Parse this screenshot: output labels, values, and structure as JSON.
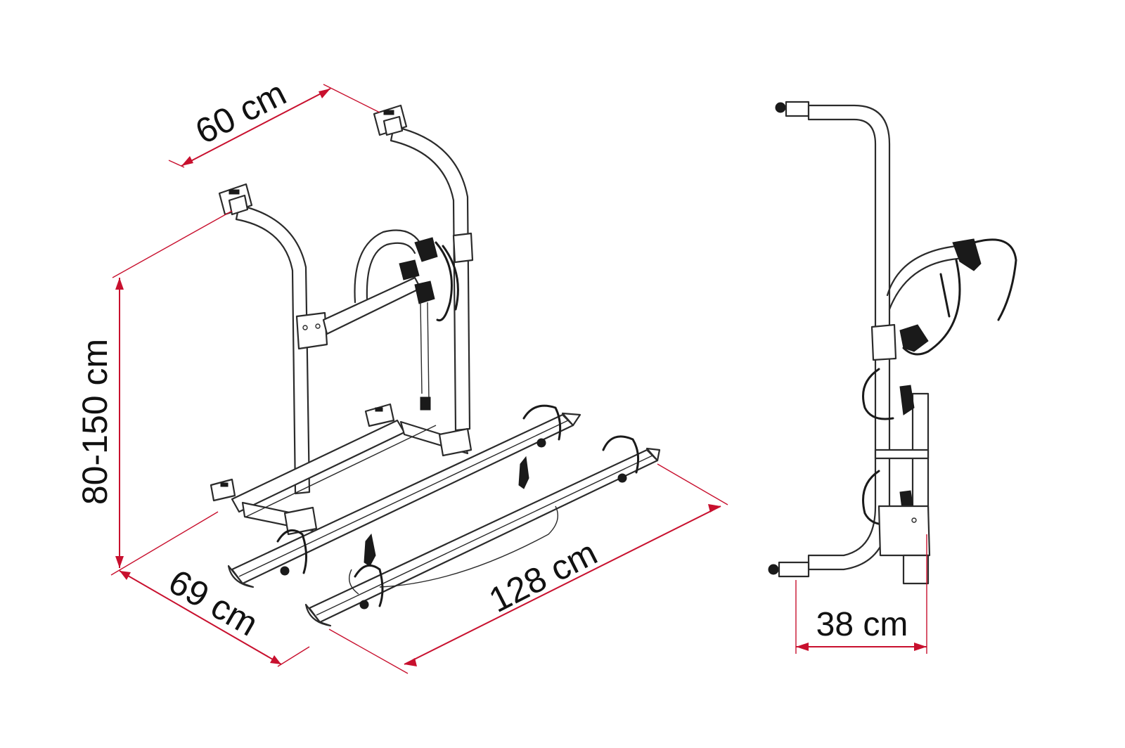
{
  "diagram": {
    "accent_color": "#c8102e",
    "line_color": "#2b2b2b",
    "dimensions": {
      "top_width": "60 cm",
      "height_range": "80-150 cm",
      "depth": "69 cm",
      "length": "128 cm",
      "side_depth": "38 cm"
    }
  }
}
